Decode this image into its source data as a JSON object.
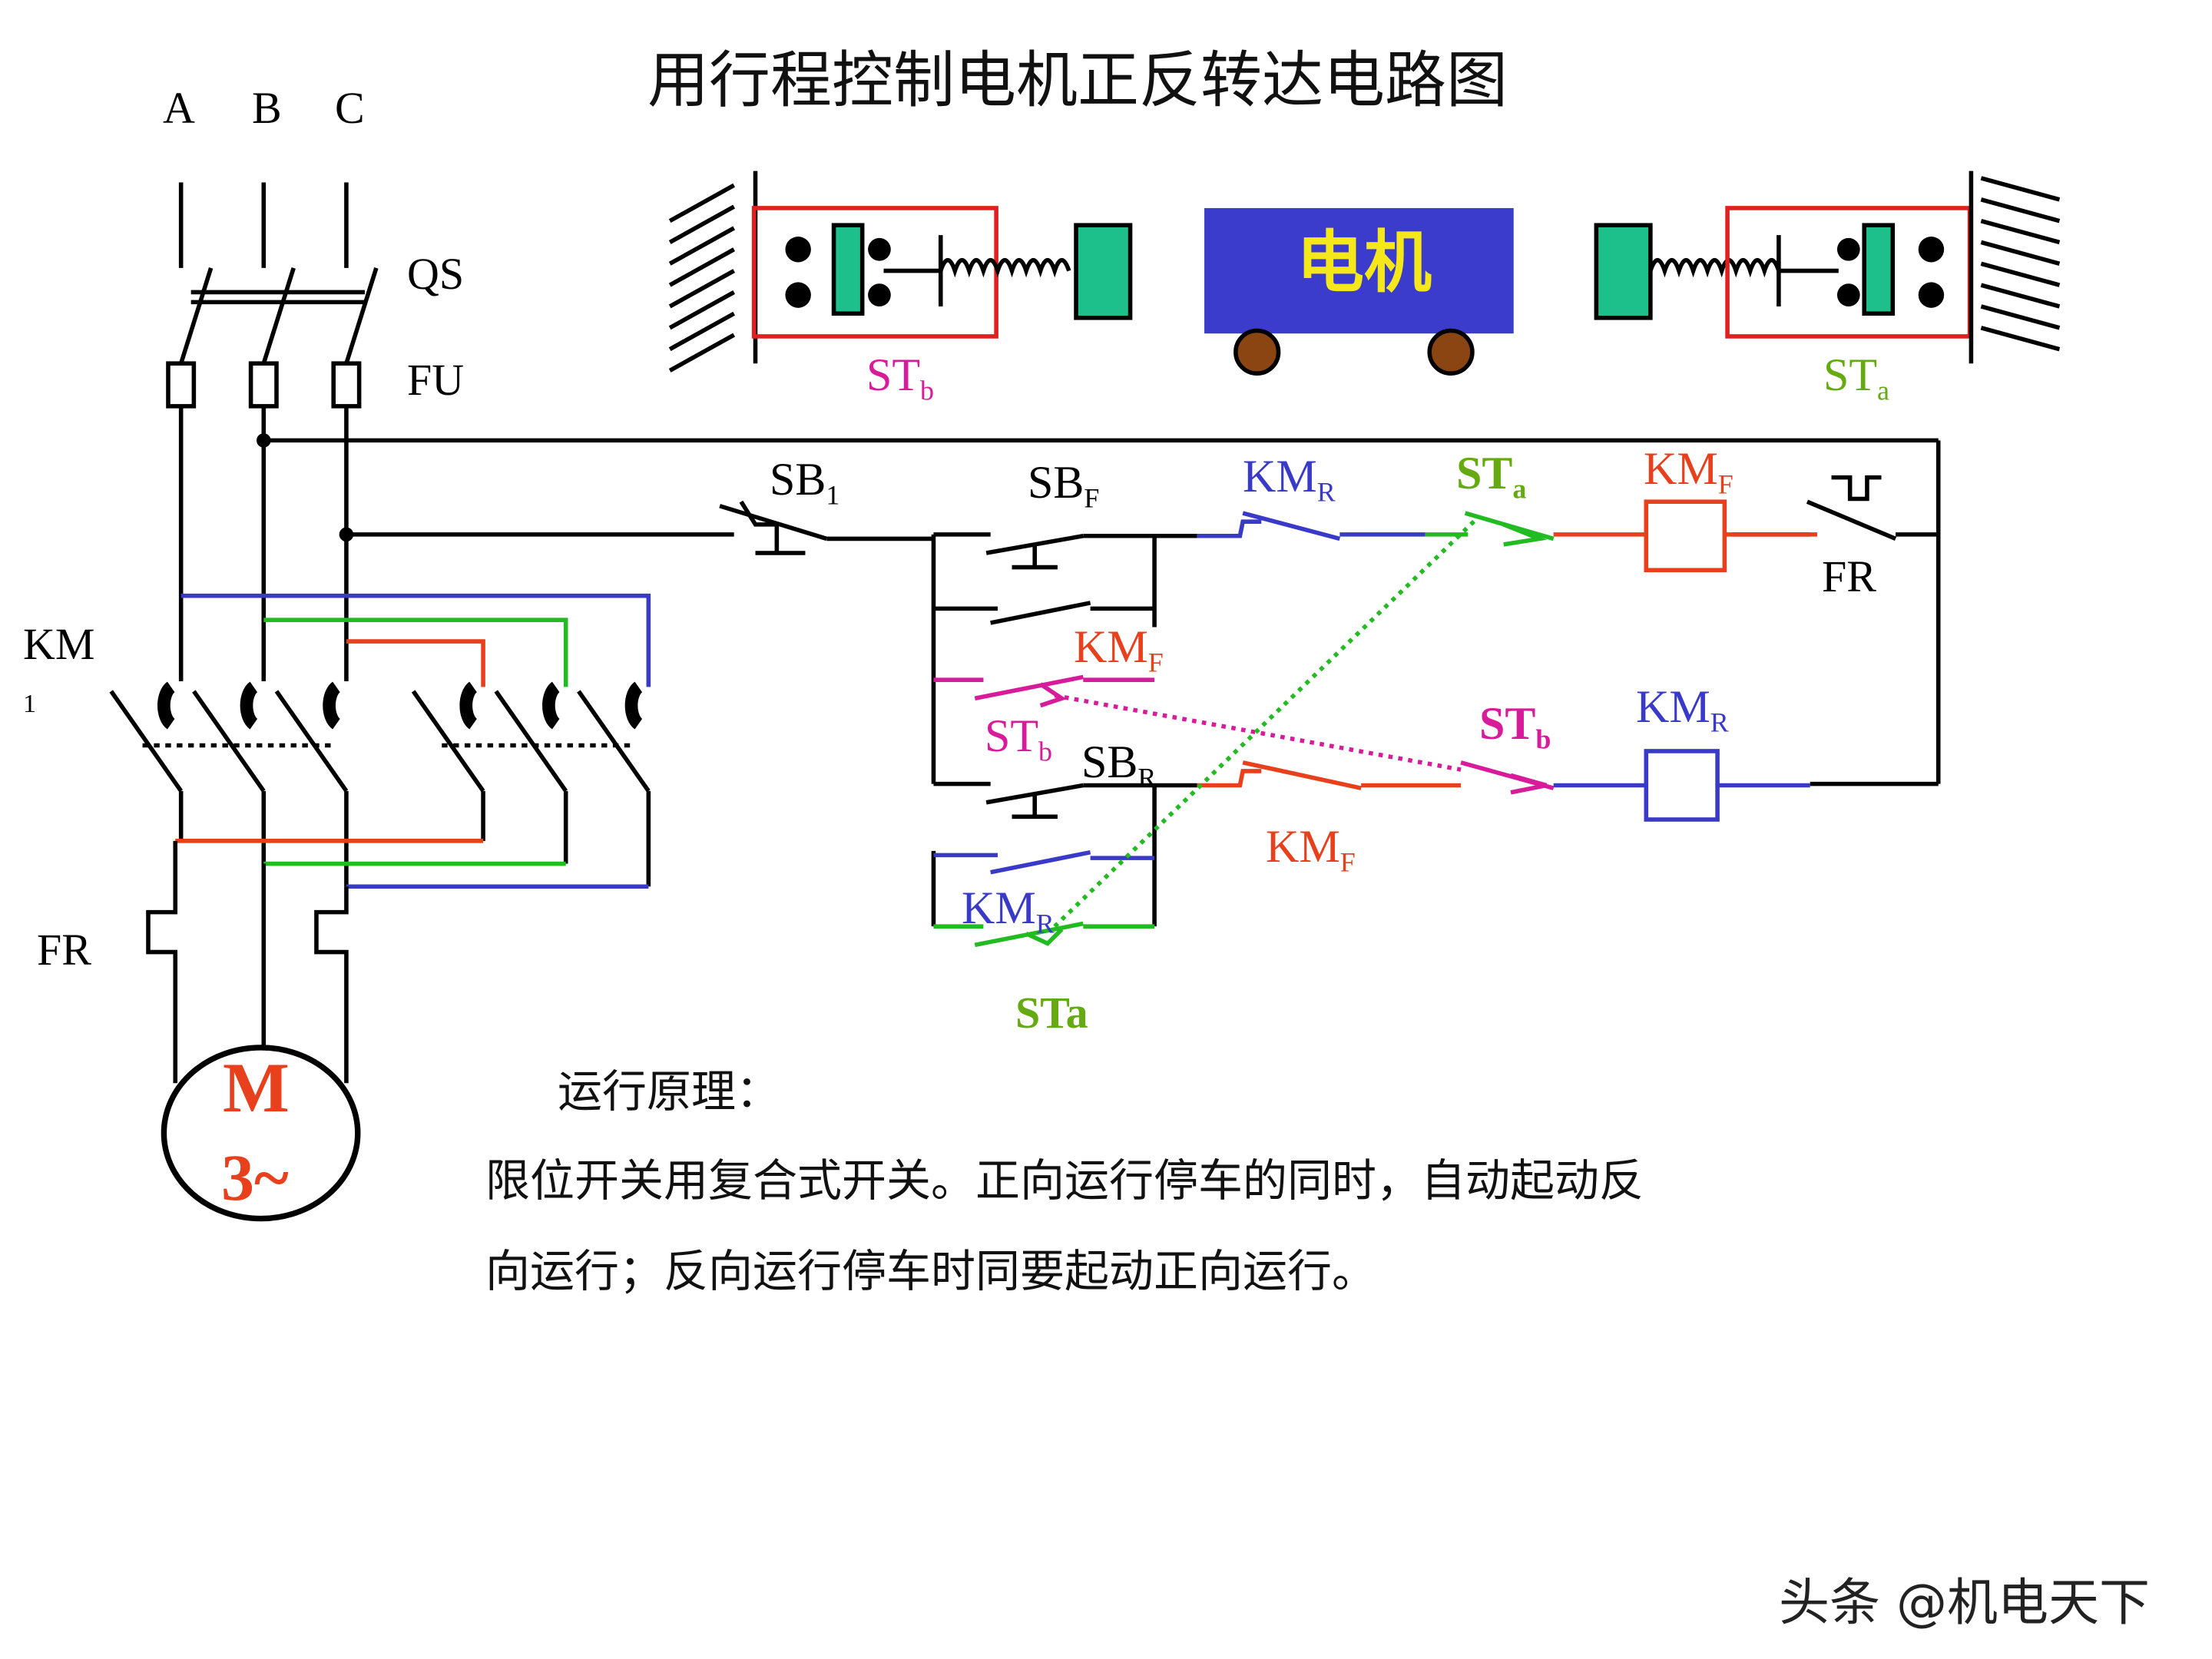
{
  "title": "用行程控制电机正反转达电路图",
  "phases": [
    "A",
    "B",
    "C"
  ],
  "labels": {
    "qs": "QS",
    "fu": "FU",
    "km1": "KM",
    "km1_sub": "1",
    "fr_main": "FR",
    "fr_ctrl": "FR",
    "motor_m": "M",
    "motor_3": "3~",
    "cart": "电机",
    "sta_bottom": "STa"
  },
  "subscripted_labels": {
    "stb_top": {
      "base": "ST",
      "sub": "b"
    },
    "sta_top": {
      "base": "ST",
      "sub": "a"
    },
    "sb1": {
      "base": "SB",
      "sub": "1"
    },
    "sbf": {
      "base": "SB",
      "sub": "F"
    },
    "kmr_nc_top": {
      "base": "KM",
      "sub": "R"
    },
    "sta_nc": {
      "base": "ST",
      "sub": "a"
    },
    "kmf_coil": {
      "base": "KM",
      "sub": "F"
    },
    "kmf_hold": {
      "base": "KM",
      "sub": "F"
    },
    "stb_no": {
      "base": "ST",
      "sub": "b"
    },
    "sbr": {
      "base": "SB",
      "sub": "R"
    },
    "stb_nc": {
      "base": "ST",
      "sub": "b"
    },
    "kmr_coil": {
      "base": "KM",
      "sub": "R"
    },
    "kmf_nc": {
      "base": "KM",
      "sub": "F"
    },
    "kmr_hold": {
      "base": "KM",
      "sub": "R"
    }
  },
  "principle": {
    "heading": "运行原理：",
    "line1": "限位开关用复合式开关。正向运行停车的同时，自动起动反",
    "line2": "向运行；反向运行停车时同要起动正向运行。"
  },
  "watermark": "头条 @机电天下",
  "colors": {
    "black": "#000000",
    "red": "#e8401c",
    "green": "#22bb22",
    "blue": "#3a3ac8",
    "magenta": "#d81b9a",
    "olive_green": "#66aa11",
    "cart_blue": "#3b3bcc",
    "cart_text": "#f5e81a",
    "teal": "#1dbf8a",
    "wheel": "#8b4513",
    "frame_red": "#e02020"
  }
}
